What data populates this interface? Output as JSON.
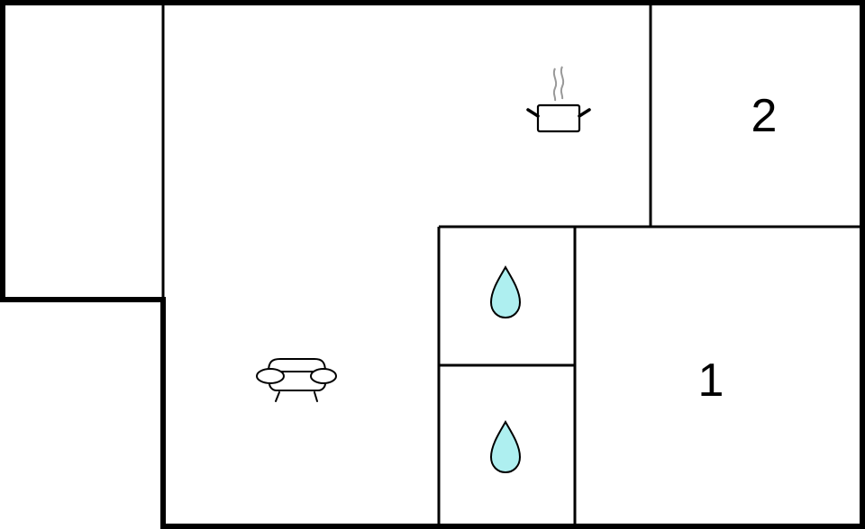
{
  "floor_plan": {
    "title": "",
    "colors": {
      "wall": "#000000",
      "background": "#ffffff",
      "water_drop": "#aeeff0",
      "steam": "#999999"
    },
    "rooms": [
      {
        "id": "bedroom-2",
        "label": "2"
      },
      {
        "id": "bedroom-1",
        "label": "1"
      },
      {
        "id": "living-kitchen",
        "label": ""
      },
      {
        "id": "bathroom-upper",
        "label": ""
      },
      {
        "id": "bathroom-lower",
        "label": ""
      },
      {
        "id": "annex-left",
        "label": ""
      }
    ],
    "icons": [
      {
        "name": "cooking-pot-icon",
        "room": "living-kitchen"
      },
      {
        "name": "sofa-icon",
        "room": "living-kitchen"
      },
      {
        "name": "water-drop-icon",
        "room": "bathroom-upper"
      },
      {
        "name": "water-drop-icon",
        "room": "bathroom-lower"
      }
    ]
  }
}
